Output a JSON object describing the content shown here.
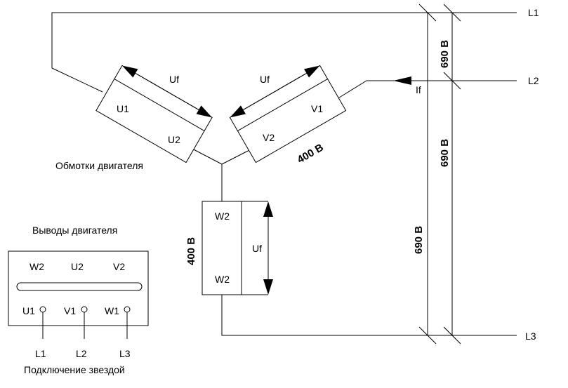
{
  "lines": {
    "l1": "L1",
    "l2": "L2",
    "l3": "L3"
  },
  "windings": {
    "caption": "Обмотки двигателя",
    "u_start": "U1",
    "u_end": "U2",
    "v_start": "V1",
    "v_end": "V2",
    "w_start": "W2",
    "w_end": "W2"
  },
  "labels": {
    "uf": "Uf",
    "if": "If",
    "phase_voltage": "400 В",
    "line_voltage": "690 В"
  },
  "terminal_box": {
    "caption": "Выводы двигателя",
    "top_row": [
      "W2",
      "U2",
      "V2"
    ],
    "bottom_row": [
      "U1",
      "V1",
      "W1"
    ],
    "leads": [
      "L1",
      "L2",
      "L3"
    ],
    "connection_caption": "Подключение звездой"
  }
}
